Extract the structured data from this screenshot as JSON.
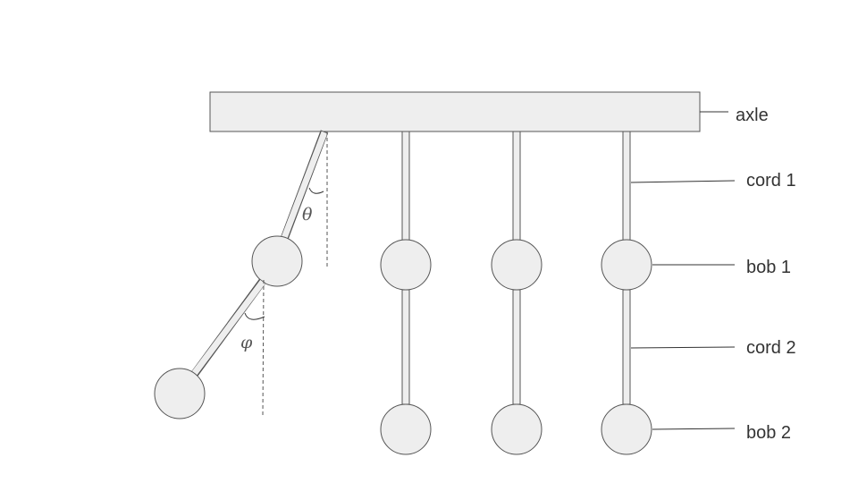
{
  "labels": {
    "axle": "axle",
    "cord1": "cord 1",
    "bob1": "bob 1",
    "cord2": "cord 2",
    "bob2": "bob 2"
  },
  "angles": {
    "upper": "θ",
    "lower": "φ"
  },
  "colors": {
    "fill": "#eeeeee",
    "stroke": "#555555",
    "text": "#333333"
  }
}
